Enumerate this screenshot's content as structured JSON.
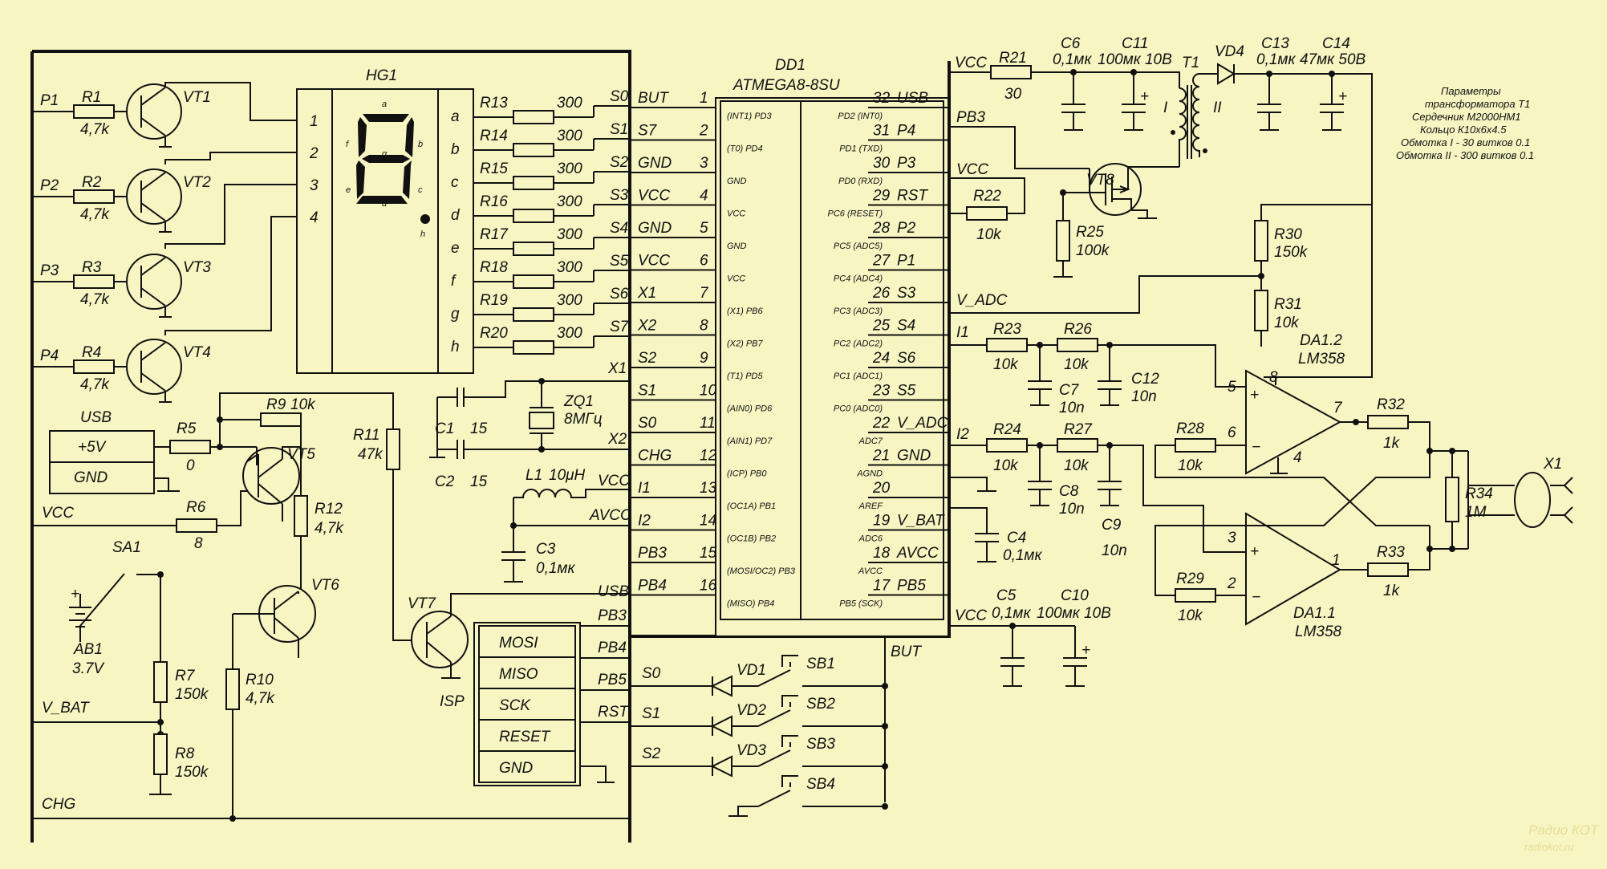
{
  "dd1": {
    "ref": "DD1",
    "part": "ATMEGA8-8SU",
    "left_nets": [
      "BUT",
      "S7",
      "GND",
      "VCC",
      "GND",
      "VCC",
      "X1",
      "X2",
      "S2",
      "S1",
      "S0",
      "CHG",
      "I1",
      "I2",
      "PB3",
      "PB4"
    ],
    "left_nums": [
      "1",
      "2",
      "3",
      "4",
      "5",
      "6",
      "7",
      "8",
      "9",
      "10",
      "11",
      "12",
      "13",
      "14",
      "15",
      "16"
    ],
    "left_inner": [
      "(INT1) PD3",
      "(T0) PD4",
      "GND",
      "VCC",
      "GND",
      "VCC",
      "(X1) PB6",
      "(X2) PB7",
      "(T1) PD5",
      "(AIN0) PD6",
      "(AIN1) PD7",
      "(ICP) PB0",
      "(OC1A) PB1",
      "(OC1B) PB2",
      "(MOSI/OC2) PB3",
      "(MISO) PB4"
    ],
    "right_nets": [
      "USB",
      "P4",
      "P3",
      "RST",
      "P2",
      "P1",
      "S3",
      "S4",
      "S6",
      "S5",
      "V_ADC",
      "GND",
      "",
      "V_BAT",
      "AVCC",
      "PB5"
    ],
    "right_nums": [
      "32",
      "31",
      "30",
      "29",
      "28",
      "27",
      "26",
      "25",
      "24",
      "23",
      "22",
      "21",
      "20",
      "19",
      "18",
      "17"
    ],
    "right_inner": [
      "PD2 (INT0)",
      "PD1 (TXD)",
      "PD0 (RXD)",
      "PC6 (RESET)",
      "PC5 (ADC5)",
      "PC4 (ADC4)",
      "PC3 (ADC3)",
      "PC2 (ADC2)",
      "PC1 (ADC1)",
      "PC0 (ADC0)",
      "ADC7",
      "AGND",
      "AREF",
      "ADC6",
      "AVCC",
      "PB5 (SCK)"
    ]
  },
  "hg1": {
    "ref": "HG1",
    "digits": [
      "1",
      "2",
      "3",
      "4"
    ],
    "segments": [
      "a",
      "b",
      "c",
      "d",
      "e",
      "f",
      "g",
      "h"
    ],
    "inner": {
      "a": "a",
      "b": "b",
      "c": "c",
      "d": "d",
      "e": "e",
      "f": "f",
      "g": "g",
      "h": "h"
    }
  },
  "seg_resistors": {
    "refs": [
      "R13",
      "R14",
      "R15",
      "R16",
      "R17",
      "R18",
      "R19",
      "R20"
    ],
    "value": "300",
    "nets": [
      "S0",
      "S1",
      "S2",
      "S3",
      "S4",
      "S5",
      "S6",
      "S7"
    ]
  },
  "digit_drivers": {
    "inputs": [
      "P1",
      "P2",
      "P3",
      "P4"
    ],
    "resistors": [
      "R1",
      "R2",
      "R3",
      "R4"
    ],
    "value": "4,7k",
    "transistors": [
      "VT1",
      "VT2",
      "VT3",
      "VT4"
    ]
  },
  "power": {
    "usb": {
      "title": "USB",
      "pins": [
        "+5V",
        "GND"
      ]
    },
    "R5": {
      "ref": "R5",
      "value": "0"
    },
    "R9": {
      "ref": "R9",
      "value": "10k"
    },
    "R6": {
      "ref": "R6",
      "value": "8"
    },
    "R11": {
      "ref": "R11",
      "value": "47k"
    },
    "R12": {
      "ref": "R12",
      "value": "4,7k"
    },
    "R10": {
      "ref": "R10",
      "value": "4,7k"
    },
    "R7": {
      "ref": "R7",
      "value": "150k"
    },
    "R8": {
      "ref": "R8",
      "value": "150k"
    },
    "VT5": "VT5",
    "VT6": "VT6",
    "VT7": "VT7",
    "SA1": "SA1",
    "AB1": {
      "ref": "AB1",
      "value": "3.7V"
    },
    "nets": {
      "vcc": "VCC",
      "vbat": "V_BAT",
      "chg": "CHG"
    },
    "plus": "+"
  },
  "isp": {
    "rows": [
      "MOSI",
      "MISO",
      "SCK",
      "RESET",
      "GND"
    ],
    "nets": [
      "PB3",
      "PB4",
      "PB5",
      "RST"
    ],
    "label": "ISP",
    "usb_net": "USB"
  },
  "clock": {
    "C1": {
      "ref": "C1",
      "value": "15"
    },
    "C2": {
      "ref": "C2",
      "value": "15"
    },
    "ZQ1": {
      "ref": "ZQ1",
      "value": "8МГц"
    },
    "X1": "X1",
    "X2": "X2"
  },
  "avcc_filter": {
    "L1": {
      "ref": "L1",
      "value": "10μH"
    },
    "C3": {
      "ref": "C3",
      "value": "0,1мк"
    },
    "VCC": "VCC",
    "AVCC": "AVCC"
  },
  "buttons": {
    "nets": [
      "S0",
      "S1",
      "S2"
    ],
    "diodes": [
      "VD1",
      "VD2",
      "VD3"
    ],
    "switches": [
      "SB1",
      "SB2",
      "SB3",
      "SB4"
    ],
    "but": "BUT"
  },
  "booster": {
    "VCC": "VCC",
    "R21": {
      "ref": "R21",
      "value": "30"
    },
    "C6": {
      "ref": "C6",
      "value": "0,1мк"
    },
    "C11": {
      "ref": "C11",
      "value": "100мк 10В"
    },
    "T1": {
      "ref": "T1",
      "w1": "I",
      "w2": "II"
    },
    "VD4": "VD4",
    "C13": {
      "ref": "C13",
      "value": "0,1мк"
    },
    "C14": {
      "ref": "C14",
      "value": "47мк 50В"
    },
    "PB3": "PB3",
    "VT8": "VT8",
    "R25": {
      "ref": "R25",
      "value": "100k"
    },
    "R30": {
      "ref": "R30",
      "value": "150k"
    },
    "R31": {
      "ref": "R31",
      "value": "10k"
    },
    "R22": {
      "ref": "R22",
      "value": "10k"
    },
    "VCC2": "VCC",
    "V_ADC": "V_ADC"
  },
  "note": {
    "lines": [
      "Параметры",
      "трансформатора Т1",
      "Сердечник М2000НМ1",
      "Кольцо К10х6х4.5",
      "Обмотка I - 30 витков 0.1",
      "Обмотка II - 300 витков 0.1"
    ]
  },
  "analog": {
    "I1": "I1",
    "I2": "I2",
    "R23": {
      "ref": "R23",
      "value": "10k"
    },
    "R26": {
      "ref": "R26",
      "value": "10k"
    },
    "R24": {
      "ref": "R24",
      "value": "10k"
    },
    "R27": {
      "ref": "R27",
      "value": "10k"
    },
    "C7": {
      "ref": "C7",
      "value": "10n"
    },
    "C12": {
      "ref": "C12",
      "value": "10n"
    },
    "C8": {
      "ref": "C8",
      "value": "10n"
    },
    "C9": {
      "ref": "C9",
      "value": "10n"
    },
    "C4": {
      "ref": "C4",
      "value": "0,1мк"
    },
    "R28": {
      "ref": "R28",
      "value": "10k"
    },
    "R29": {
      "ref": "R29",
      "value": "10k"
    },
    "R32": {
      "ref": "R32",
      "value": "1k"
    },
    "R33": {
      "ref": "R33",
      "value": "1k"
    },
    "R34": {
      "ref": "R34",
      "value": "1M"
    },
    "DA12": {
      "ref": "DA1.2",
      "part": "LM358",
      "pins": [
        "8",
        "5",
        "6",
        "7",
        "4"
      ]
    },
    "DA11": {
      "ref": "DA1.1",
      "part": "LM358",
      "pins": [
        "3",
        "2",
        "1"
      ]
    },
    "X1": "X1",
    "C5": {
      "ref": "C5",
      "value": "0,1мк"
    },
    "C10": {
      "ref": "C10",
      "value": "100мк 10В"
    },
    "VCC": "VCC",
    "plus": "+",
    "minus": "−"
  },
  "watermark": {
    "brand": "Радио КОТ",
    "url": "radiokot.ru"
  }
}
